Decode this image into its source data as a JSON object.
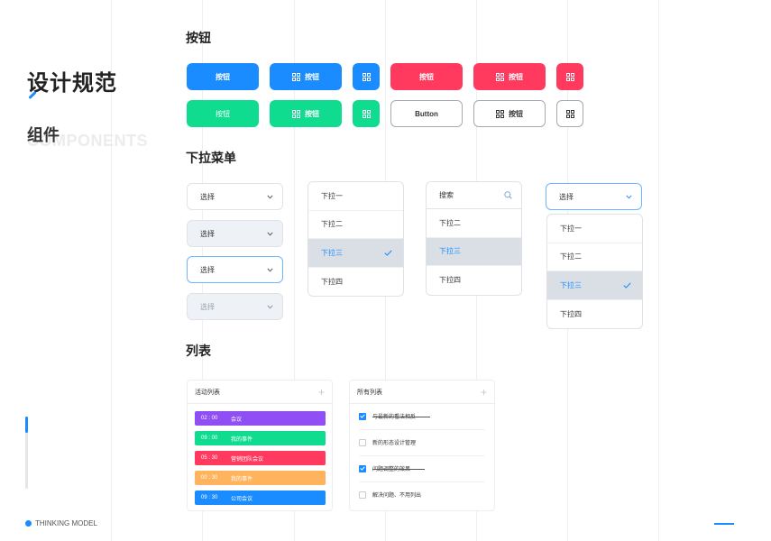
{
  "page": {
    "title": "设计规范",
    "subtitle": "组件",
    "subtitle_en": "COMPONENTS",
    "brand": "THINKING MODEL"
  },
  "colors": {
    "primary": "#1a8cff",
    "danger": "#ff3a5e",
    "success": "#0fdc8f",
    "purple": "#8f4ff5",
    "orange": "#ffb35c"
  },
  "icons": {
    "grid": "grid-icon",
    "chevron": "chevron-down-icon",
    "check": "check-icon",
    "search": "search-icon",
    "plus": "plus-icon",
    "pen": "pen-icon"
  },
  "buttons": {
    "section_title": "按钮",
    "label": "按钮",
    "outline_text": "Button"
  },
  "dropdowns": {
    "section_title": "下拉菜单",
    "select_label": "选择",
    "search_placeholder": "搜索",
    "items": [
      "下拉一",
      "下拉二",
      "下拉三",
      "下拉四"
    ],
    "active": "下拉三"
  },
  "lists": {
    "section_title": "列表",
    "activity": {
      "title": "活动列表",
      "events": [
        {
          "time": "02 : 00",
          "label": "会议",
          "color": "#8f4ff5"
        },
        {
          "time": "09 : 00",
          "label": "我的事件",
          "color": "#0fdc8f"
        },
        {
          "time": "05 : 30",
          "label": "营销团队会议",
          "color": "#ff3a5e"
        },
        {
          "time": "00 : 30",
          "label": "我的事件",
          "color": "#ffb35c"
        },
        {
          "time": "09 : 30",
          "label": "公司会议",
          "color": "#1a8cff"
        }
      ]
    },
    "all": {
      "title": "所有列表",
      "todos": [
        {
          "text": "与最新的看法相反",
          "done": true
        },
        {
          "text": "新的形态设计管理",
          "done": false
        },
        {
          "text": "问题调整的效果",
          "done": true
        },
        {
          "text": "解决问题、不用列出",
          "done": false
        }
      ]
    }
  }
}
